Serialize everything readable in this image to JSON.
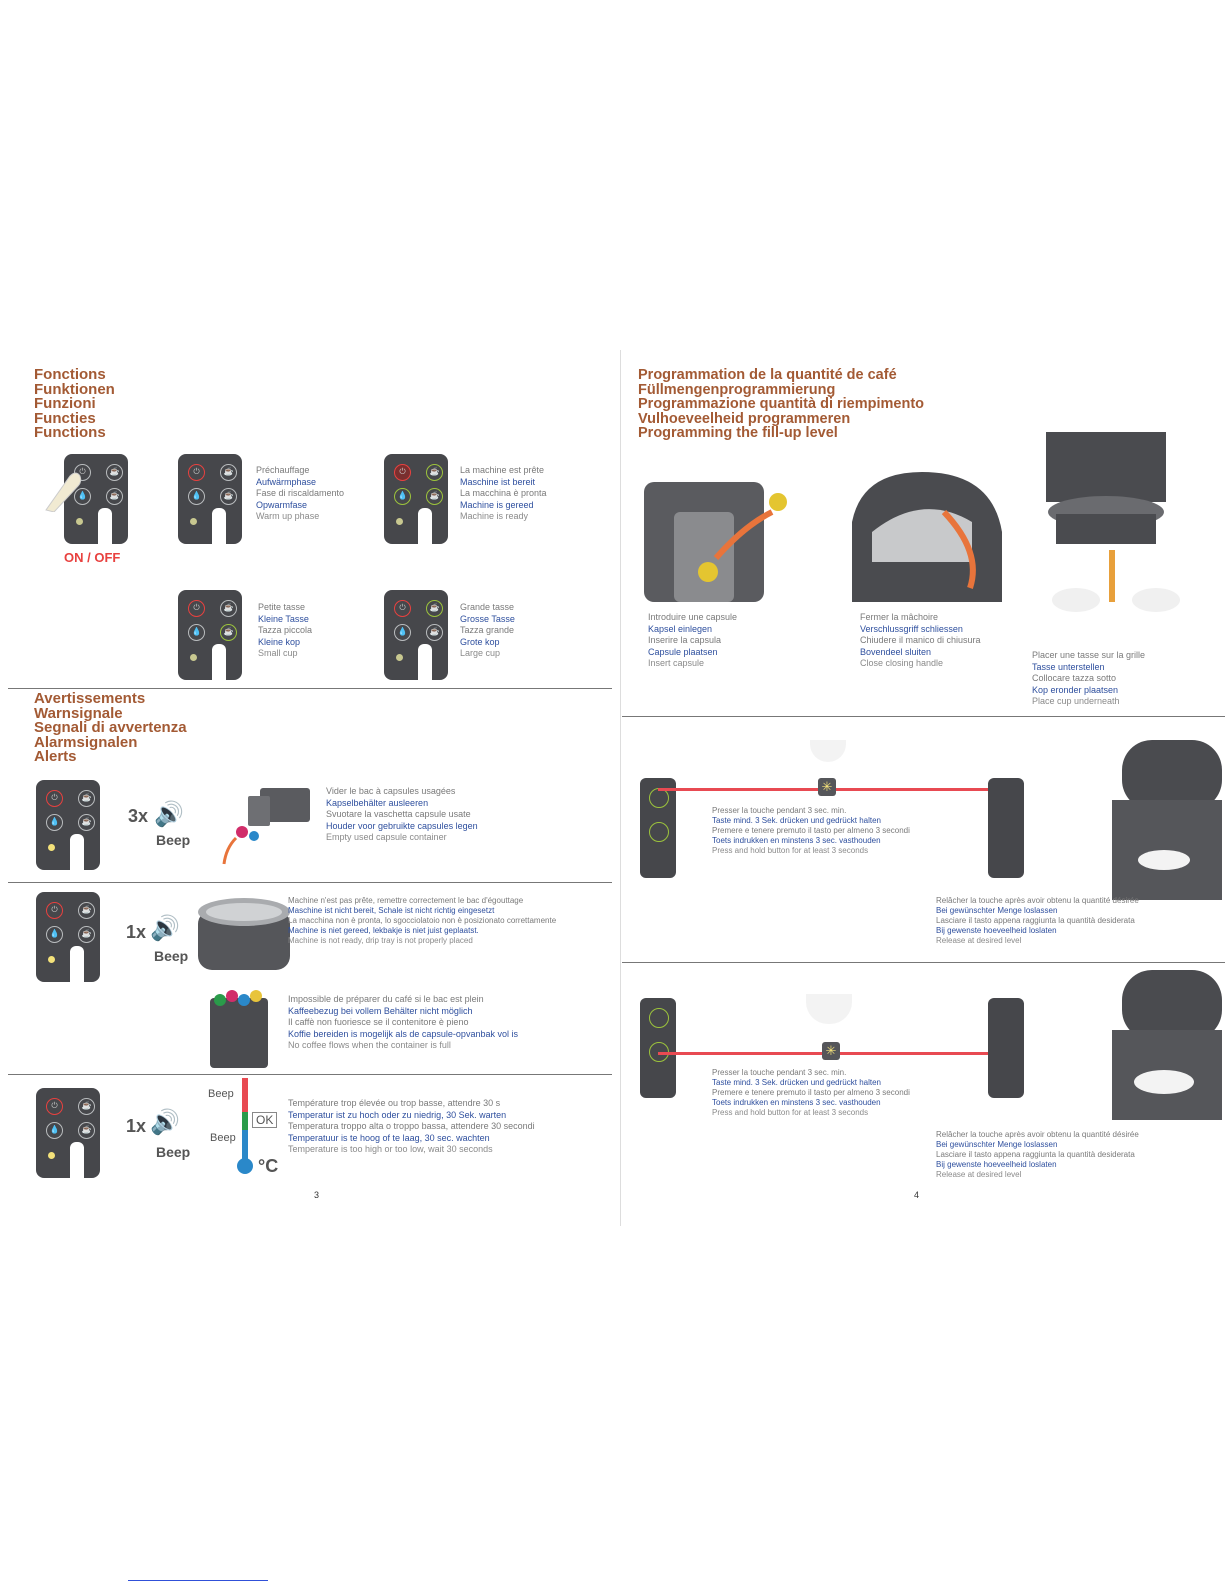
{
  "left": {
    "functions_heading": [
      "Fonctions",
      "Funktionen",
      "Funzioni",
      "Functies",
      "Functions"
    ],
    "onoff_label": "ON / OFF",
    "warmup_lines": [
      "Préchauffage",
      "Aufwärmphase",
      "Fase di riscaldamento",
      "Opwarmfase",
      "Warm up phase"
    ],
    "ready_lines": [
      "La machine est prête",
      "Maschine ist bereit",
      "La macchina è pronta",
      "Machine is gereed",
      "Machine is ready"
    ],
    "small_cup_lines": [
      "Petite tasse",
      "Kleine Tasse",
      "Tazza piccola",
      "Kleine kop",
      "Small cup"
    ],
    "large_cup_lines": [
      "Grande tasse",
      "Grosse Tasse",
      "Tazza grande",
      "Grote kop",
      "Large cup"
    ],
    "alerts_heading": [
      "Avertissements",
      "Warnsignale",
      "Segnali di avvertenza",
      "Alarmsignalen",
      "Alerts"
    ],
    "alert1": {
      "count": "3x",
      "beep": "Beep",
      "lines": [
        "Vider le bac à capsules usagées",
        "Kapselbehälter ausleeren",
        "Svuotare la vaschetta capsule usate",
        "Houder voor gebruikte capsules legen",
        "Empty used capsule container"
      ]
    },
    "alert2": {
      "count": "1x",
      "beep": "Beep",
      "lines": [
        "Machine n'est pas prête, remettre correctement le bac d'égouttage",
        "Maschine ist nicht bereit, Schale ist nicht richtig eingesetzt",
        "La macchina non è pronta, lo sgocciolatoio non è posizionato correttamente",
        "Machine is niet gereed, lekbakje is niet juist geplaatst.",
        "Machine is not ready, drip tray is not properly placed"
      ]
    },
    "alert2b": {
      "lines": [
        "Impossible de préparer du café si le bac est plein",
        "Kaffeebezug bei vollem Behälter nicht möglich",
        "Il caffè non fuoriesce se il contenitore è pieno",
        "Koffie bereiden is mogelijk als de capsule-opvanbak vol is",
        "No coffee flows when the container is full"
      ]
    },
    "alert3": {
      "count": "1x",
      "beep": "Beep",
      "thermo_beep_top": "Beep",
      "thermo_beep_bottom": "Beep",
      "thermo_ok": "OK",
      "thermo_unit": "°C",
      "lines": [
        "Température trop élevée ou trop basse, attendre 30 s",
        "Temperatur ist zu hoch oder zu niedrig, 30 Sek. warten",
        "Temperatura troppo alta o troppo bassa, attendere 30 secondi",
        "Temperatuur is te hoog of te laag, 30 sec. wachten",
        "Temperature is too high or too low, wait 30 seconds"
      ]
    },
    "page_number": "3"
  },
  "right": {
    "heading": [
      "Programmation de la quantité de café",
      "Füllmengenprogrammierung",
      "Programmazione quantità di riempimento",
      "Vulhoeveelheid programmeren",
      "Programming the fill-up level"
    ],
    "step_insert": [
      "Introduire une capsule",
      "Kapsel einlegen",
      "Inserire la capsula",
      "Capsule plaatsen",
      "Insert capsule"
    ],
    "step_close": [
      "Fermer la mâchoire",
      "Verschlussgriff schliessen",
      "Chiudere il manico di chiusura",
      "Bovendeel sluiten",
      "Close closing handle"
    ],
    "step_place": [
      "Placer une tasse sur la grille",
      "Tasse unterstellen",
      "Collocare tazza sotto",
      "Kop eronder plaatsen",
      "Place cup underneath"
    ],
    "press_lines": [
      "Presser la touche pendant 3 sec. min.",
      "Taste mind. 3 Sek. drücken und gedrückt halten",
      "Premere e tenere premuto il tasto per almeno 3 secondi",
      "Toets indrukken en minstens 3 sec. vasthouden",
      "Press and hold button for at least 3 seconds"
    ],
    "release_lines": [
      "Relâcher la touche après avoir obtenu la quantité désirée",
      "Bei gewünschter Menge loslassen",
      "Lasciare il tasto appena raggiunta la quantità desiderata",
      "Bij gewenste hoeveelheid loslaten",
      "Release at desired level"
    ],
    "page_number": "4"
  },
  "colors": {
    "heading": "#a35a34",
    "accent_blue": "#2e4f9e",
    "alert_red": "#e8413f",
    "arrow_red": "#e84a52",
    "panel": "#46474b",
    "led_green": "#9cc33c"
  }
}
